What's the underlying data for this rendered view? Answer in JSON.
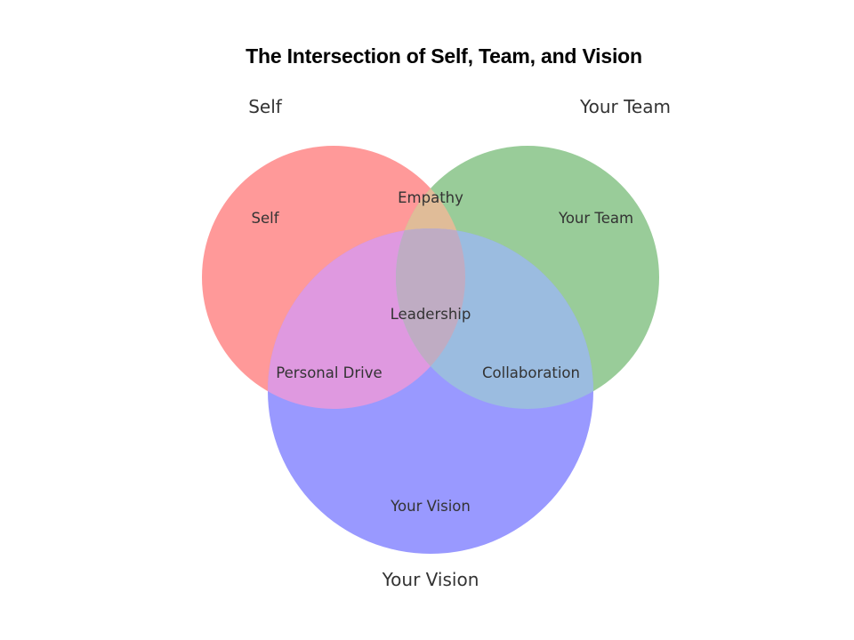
{
  "title": "The Intersection of Self, Team, and Vision",
  "sets": [
    {
      "id": "self",
      "label": "Self",
      "color": "#ff9999"
    },
    {
      "id": "team",
      "label": "Your Team",
      "color": "#99cc99"
    },
    {
      "id": "vision",
      "label": "Your Vision",
      "color": "#9999ff"
    }
  ],
  "regions": {
    "self_only": "Self",
    "team_only": "Your Team",
    "vision_only": "Your Vision",
    "self_team": "Empathy",
    "self_vision": "Personal Drive",
    "team_vision": "Collaboration",
    "all": "Leadership"
  },
  "overlap_colors": {
    "self_team": "#e0bc98",
    "self_vision": "#df99e0",
    "team_vision": "#9bbce0",
    "all": "#bfacc3"
  }
}
